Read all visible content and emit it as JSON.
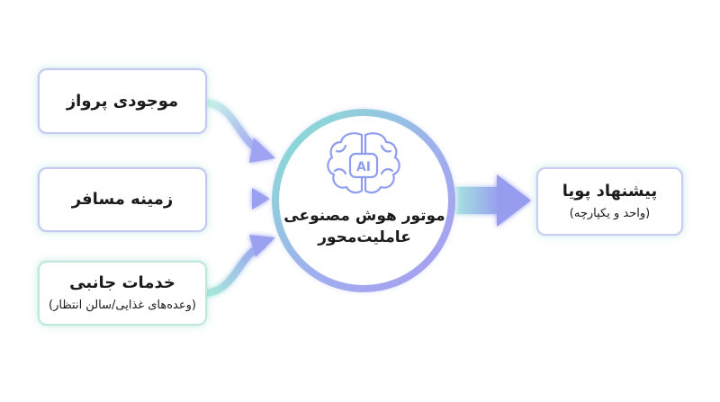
{
  "inputs": {
    "flight": {
      "title": "موجودی پرواز"
    },
    "profile": {
      "title": "زمینه مسافر"
    },
    "services": {
      "title": "خدمات جانبی",
      "subtitle": "(وعده‌های غذایی/سالن انتظار)"
    }
  },
  "engine": {
    "line1": "موتور هوش مصنوعی",
    "line2": "عاملیت‌محور",
    "badge": "AI",
    "icon": "brain-icon"
  },
  "output": {
    "title": "پیشنهاد پویا",
    "subtitle": "(واحد و یکپارچه)"
  },
  "colors": {
    "teal": "#7fe0cc",
    "lavender": "#a7a8f2",
    "periwinkle": "#8e95ee",
    "brain": "#8f9df0"
  }
}
